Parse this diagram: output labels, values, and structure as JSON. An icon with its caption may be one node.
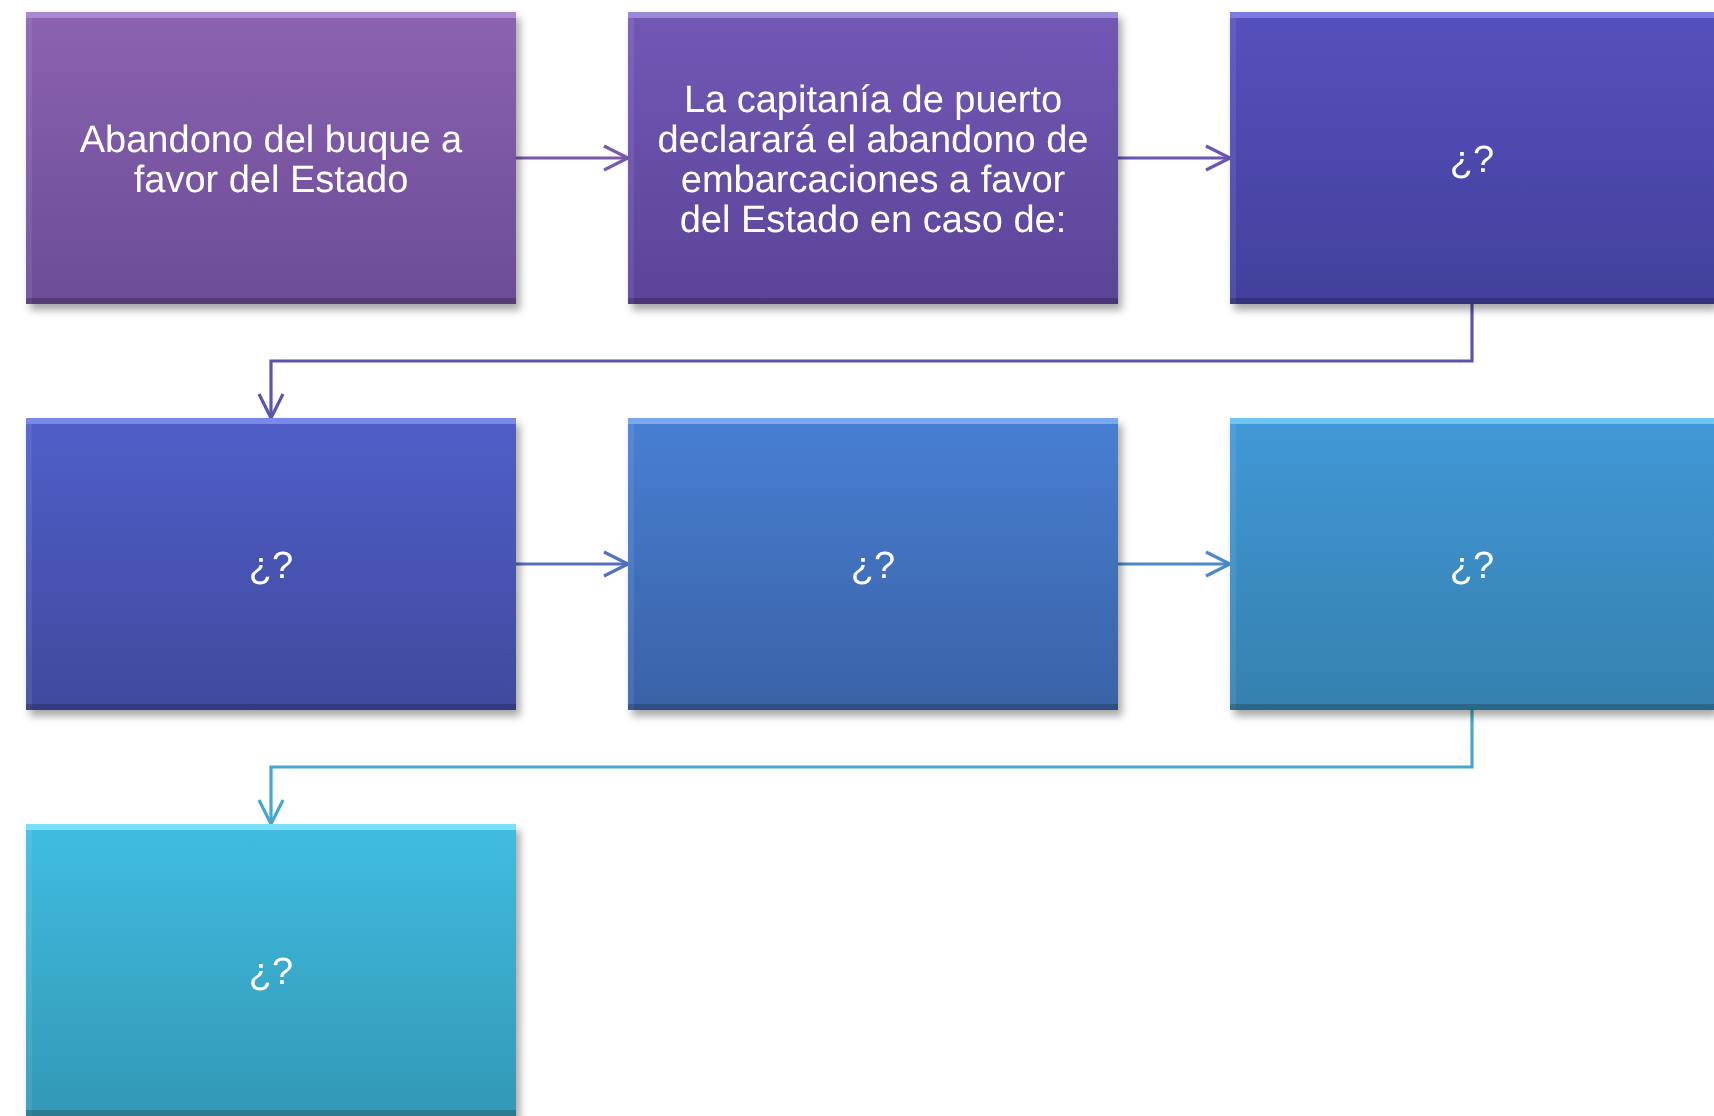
{
  "diagram": {
    "nodes": [
      {
        "text": [
          "Abandono del buque a favor del Estado"
        ]
      },
      {
        "text": [
          "La capitanía de puerto declarará el abandono de embarcaciones a favor del Estado en caso de:"
        ]
      },
      {
        "text": [
          "¿?"
        ]
      },
      {
        "text": [
          "¿?"
        ]
      },
      {
        "text": [
          "¿?"
        ]
      },
      {
        "text": [
          "¿?"
        ]
      },
      {
        "text": [
          "¿?"
        ]
      }
    ],
    "edges": [
      {
        "from": 0,
        "to": 1,
        "arrow": "to",
        "color": "#7a5aa8"
      },
      {
        "from": 1,
        "to": 2,
        "arrow": "to",
        "color": "#6a55b0"
      },
      {
        "from": 2,
        "to": 3,
        "arrow": "to",
        "color": "#5a55b0"
      },
      {
        "from": 3,
        "to": 4,
        "arrow": "to",
        "color": "#5470c0"
      },
      {
        "from": 4,
        "to": 5,
        "arrow": "to",
        "color": "#4a8ac8"
      },
      {
        "from": 5,
        "to": 6,
        "arrow": "to",
        "color": "#45a8cc"
      }
    ]
  }
}
